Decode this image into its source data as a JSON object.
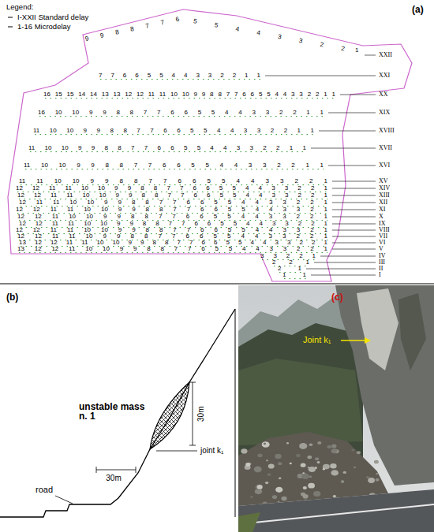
{
  "diagram": {
    "labels": [
      "Legend:",
      "(a)",
      "XXII",
      "XXI",
      "XX",
      "XIX",
      "XVIII",
      "XVII",
      "XVI",
      "XV",
      "XIV",
      "XIII",
      "XII",
      "XI",
      "X",
      "IX",
      "VIII",
      "VII",
      "VI",
      "V",
      "IV",
      "III",
      "II",
      "I",
      "9 9 8 8 7 7 6",
      "5 5 4 4 3 3 2 2",
      "1",
      "7 7 6 6 5 5 4 4 3 3 2 2 1 1",
      "16 15 15 14 14 13 13 12 12 11 11 10 10 9 9 8 8 7 7 6 6 5 5 4 4 3 3 2 2 1 1",
      "16 10 10 9 9 8 8 7 7 6 6 5 5 4 4 3 3 2 2 1 1",
      "11 10 10 9 9 8 8 7 7 6 6 5 5 4 4 3 3 2 2 1 1",
      "11 10 10 9 9 8 8 7 7 6 6 5 5 4 4 3 3 2 2 1 1",
      "11 10 10 9 9 8 8 7 7 6 6 5 5 4 4 3 3 2 2 1 1",
      "11 11 10 10 9 9 8 8 7 7 6 6 5 5 4 4 3 3 2 2 1",
      "12 12 11 11 10 10 9 9 8 8 7 7 6 6 5 5 4 4 3 3 2 2 1",
      "12 12 11 11 10 10 9 9 8 8 7 7 6 6 5 5 4 4 3 3 2 2 1",
      "12 11 11 10 10 9 9 8 8 7 7 6 6 5 5 4 4 3 3 2 2 1",
      "12 12 11 11 10 10 9 9 8 8 7 7 6 6 5 5 4 4 3 3 2 1",
      "12 12 11 10 10 9 9 8 8 7 7 6 6 5 5 4 4 3 3 2 2 1",
      "12 12 11 11 10 10 9 9 8 8 7 7 6 6 5 5 4 4 3 3 2 2 1",
      "12 12 11 11 10 10 9 9 8 8 7 7 6 6 5 5 4 4 3 3 2 1",
      "12 12 11 11 10 9 9 8 8 7 7 6 6 5 5 4 4 3 3 2 2 1",
      "13 12 12 11 11 10 10 9 9 8 8 7 7 6 6 5 5 4 4 3 3 2 2 1",
      "13 12 12 11 10 10 9 9 8 8 7 7 6 5 5 4 4 3 3 2 2 1",
      "3 3 2 2 1",
      "2 2 1",
      "2 1",
      "1 1",
      "(b)",
      "unstable mass n. 1",
      "joint k₁",
      "30m",
      "30m",
      "road",
      "(c)",
      "Joint k₁"
    ],
    "legend": [
      {
        "text": "I-XXII Standard delay"
      },
      {
        "text": "1-16 Microdelay"
      }
    ]
  }
}
